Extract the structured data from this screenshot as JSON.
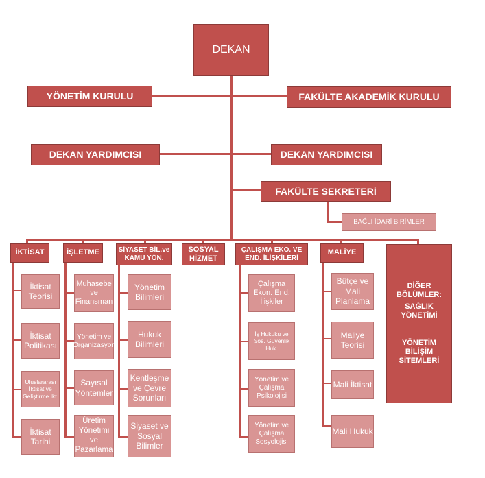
{
  "top": {
    "dekan": "DEKAN",
    "yonetim_kurulu": "YÖNETİM KURULU",
    "fakulte_akademik_kurulu": "FAKÜLTE AKADEMİK KURULU",
    "dekan_yardimcisi_left": "DEKAN YARDIMCISI",
    "dekan_yardimcisi_right": "DEKAN YARDIMCISI",
    "fakulte_sekreteri": "FAKÜLTE SEKRETERİ",
    "bagli_idari_birimler": "BAĞLI İDARİ BİRİMLER"
  },
  "departments": [
    {
      "name": "İKTİSAT",
      "units": [
        "İktisat Teorisi",
        "İktisat Politikası",
        "Uluslararası İktisat ve Geliştirme İkt.",
        "İktisat Tarihi"
      ]
    },
    {
      "name": "İŞLETME",
      "units": [
        "Muhasebe ve Finansman",
        "Yönetim ve Organizasyon",
        "Sayısal Yöntemler",
        "Üretim Yönetimi ve Pazarlama"
      ]
    },
    {
      "name": "SİYASET BİL.ve KAMU YÖN.",
      "units": [
        "Yönetim Bilimleri",
        "Hukuk Bilimleri",
        "Kentleşme ve Çevre Sorunları",
        "Siyaset ve Sosyal Bilimler"
      ]
    },
    {
      "name": "SOSYAL HİZMET",
      "units": []
    },
    {
      "name": "ÇALIŞMA EKO. VE END. İLİŞKİLERİ",
      "units": [
        "Çalışma Ekon. End. İlişkiler",
        "İş Hukuku ve Sos. Güvenlik Huk.",
        "Yönetim ve Çalışma Psikolojisi",
        "Yönetim ve Çalışma Sosyolojisi"
      ]
    },
    {
      "name": "MALİYE",
      "units": [
        "Bütçe ve Mali Planlama",
        "Maliye Teorisi",
        "Mali İktisat",
        "Mali Hukuk"
      ]
    }
  ],
  "other": {
    "title": "DİĞER BÖLÜMLER:",
    "item1": "SAĞLIK YÖNETİMİ",
    "item2": "YÖNETİM BİLİŞİM SİTEMLERİ"
  }
}
